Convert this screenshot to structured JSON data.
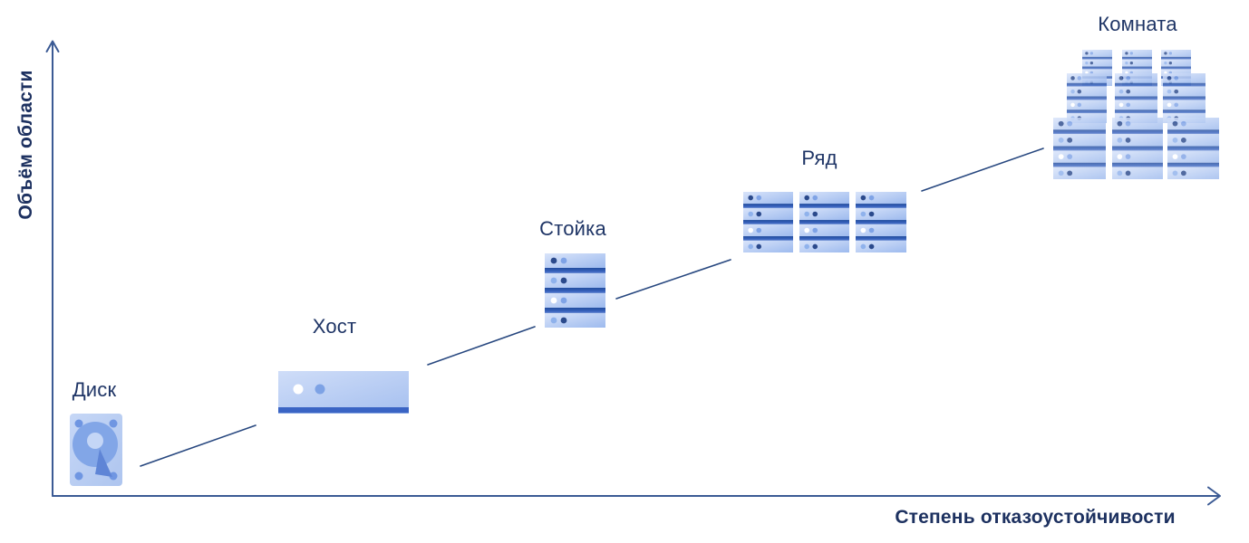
{
  "diagram": {
    "axes": {
      "y_label": "Объём области",
      "x_label": "Степень отказоустойчивости"
    },
    "levels": [
      {
        "id": "disk",
        "label": "Диск",
        "icon": "hdd-icon"
      },
      {
        "id": "host",
        "label": "Хост",
        "icon": "server-icon"
      },
      {
        "id": "rack",
        "label": "Стойка",
        "icon": "rack-icon"
      },
      {
        "id": "row",
        "label": "Ряд",
        "icon": "rack-row-icon"
      },
      {
        "id": "room",
        "label": "Комната",
        "icon": "rack-grid-icon"
      }
    ],
    "colors": {
      "text_navy": "#1f3566",
      "axis_line": "#3b5a94",
      "connector_line": "#27477f",
      "server_light": "#d6e2f9",
      "server_shade": "#9dbaee",
      "divider_blue": "#2f5cb5",
      "host_strip": "#3a64c4",
      "dot_dark": "#2b4a8c",
      "dot_medium": "#7fa3e6",
      "dot_light": "#8fb2ec",
      "dot_white": "#ffffff",
      "disk_body": "#b9cdf1",
      "disk_platter": "#82a6e7",
      "disk_arm": "#5f85d6",
      "disk_screw": "#6f96e2"
    }
  }
}
